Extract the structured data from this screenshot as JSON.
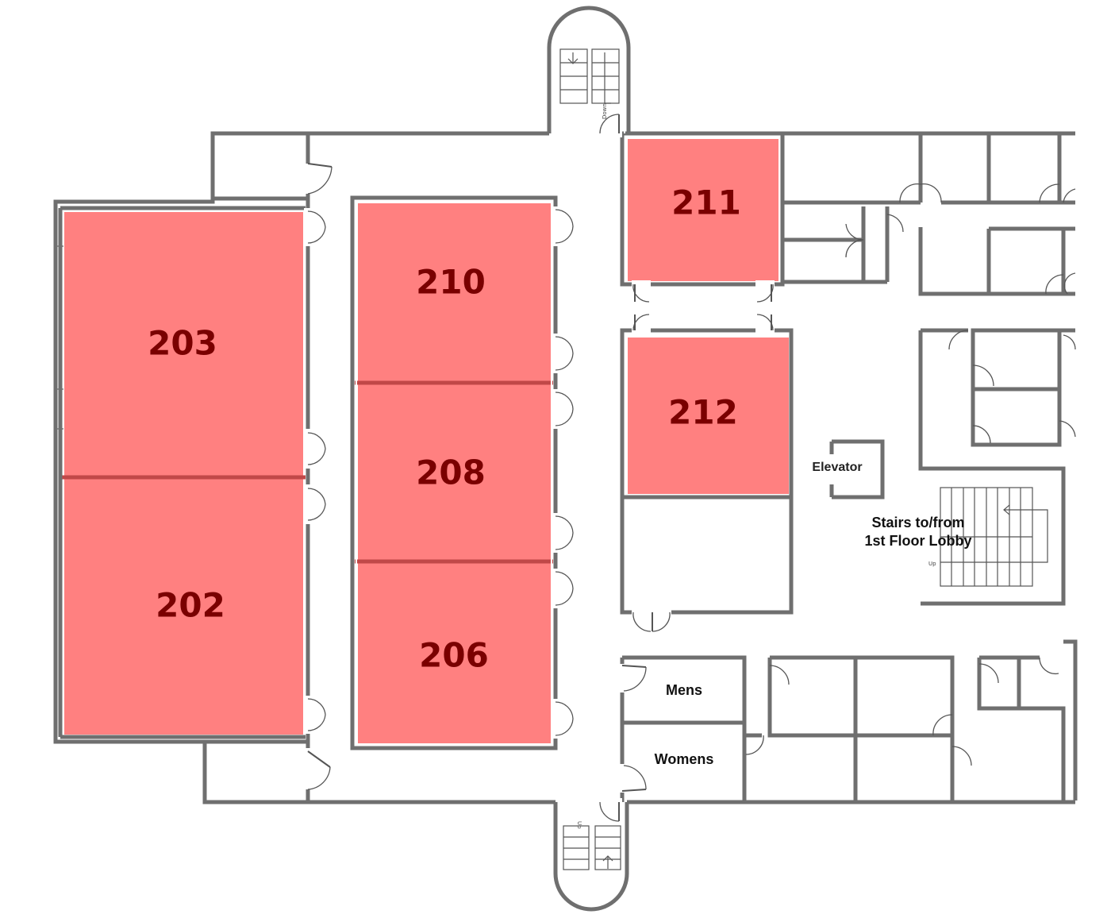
{
  "rooms": {
    "r203": {
      "label": "203",
      "color": "#ff8080"
    },
    "r202": {
      "label": "202",
      "color": "#ff8080"
    },
    "r210": {
      "label": "210",
      "color": "#ff8080"
    },
    "r208": {
      "label": "208",
      "color": "#ff8080"
    },
    "r206": {
      "label": "206",
      "color": "#ff8080"
    },
    "r211": {
      "label": "211",
      "color": "#ff8080"
    },
    "r212": {
      "label": "212",
      "color": "#ff8080"
    }
  },
  "labels": {
    "elevator": "Elevator",
    "stairs_line1": "Stairs to/from",
    "stairs_line2": "1st Floor Lobby",
    "mens": "Mens",
    "womens": "Womens",
    "down": "Down",
    "up_top": "Up",
    "up_bottom": "Up"
  },
  "colors": {
    "wall": "#6f6f6f",
    "highlight": "#ff8080",
    "room_text": "#7a0000"
  }
}
